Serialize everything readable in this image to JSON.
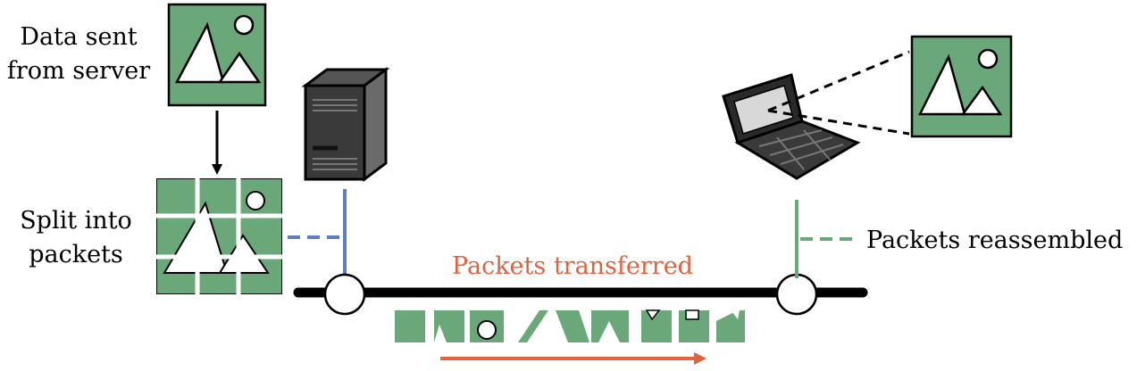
{
  "labels": {
    "data_sent_line1": "Data sent",
    "data_sent_line2": "from server",
    "split_line1": "Split into",
    "split_line2": "packets",
    "transferred": "Packets transferred",
    "reassembled": "Packets reassembled"
  },
  "colors": {
    "image_green": "#6aa87a",
    "link_blue": "#5b7fbf",
    "link_green": "#6aa87a",
    "transfer_red": "#e0623f",
    "wire_black": "#000000"
  },
  "icons": {
    "source_image": "image-icon",
    "split_image": "fragmented-image-icon",
    "server": "server-tower-icon",
    "laptop": "laptop-icon",
    "destination_image": "image-icon"
  }
}
